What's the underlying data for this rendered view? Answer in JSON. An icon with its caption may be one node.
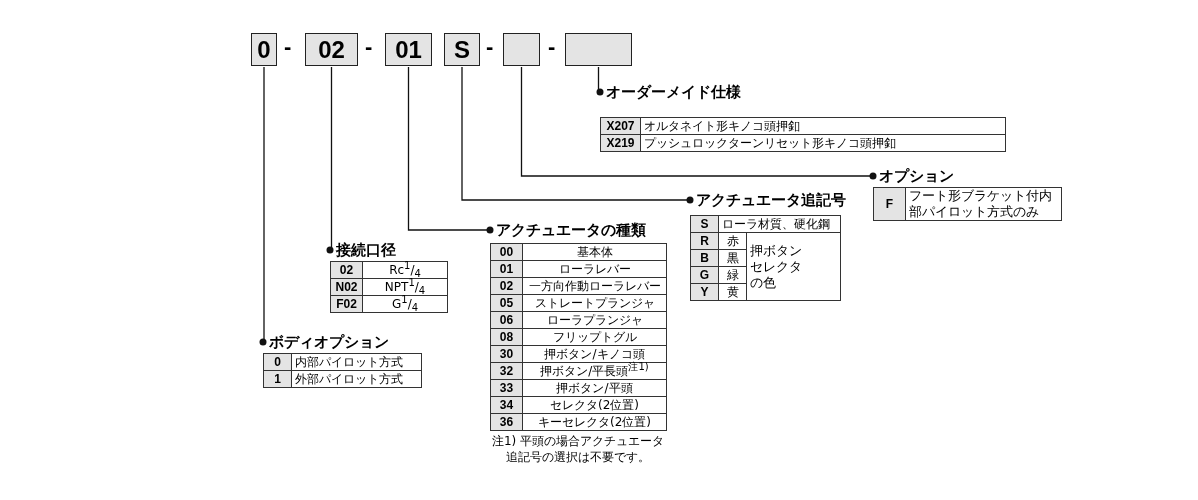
{
  "diagram": {
    "nodes": [
      {
        "text": [
          "0"
        ]
      },
      {
        "text": [
          "02"
        ]
      },
      {
        "text": [
          "01"
        ]
      },
      {
        "text": [
          "S"
        ]
      },
      {
        "text": [],
        "shape": "box"
      },
      {
        "text": [],
        "shape": "box"
      },
      {
        "text": [
          "オーダーメイド仕様"
        ]
      },
      {
        "text": [
          "オプション"
        ]
      },
      {
        "text": [
          "アクチュエータ追記号"
        ]
      },
      {
        "text": [
          "アクチュエータの種類"
        ],
        "beside": [
          "注1) 平頭の場合アクチュエータ追記号の選択は不要です。"
        ]
      },
      {
        "text": [
          "接続口径"
        ]
      },
      {
        "text": [
          "ボディオプション"
        ]
      }
    ],
    "edges": [
      {
        "from": 5,
        "to": 6,
        "arrow": "other"
      },
      {
        "from": 4,
        "to": 7,
        "arrow": "other"
      },
      {
        "from": 3,
        "to": 8,
        "arrow": "other"
      },
      {
        "from": 2,
        "to": 9,
        "arrow": "other"
      },
      {
        "from": 1,
        "to": 10,
        "arrow": "other"
      },
      {
        "from": 0,
        "to": 11,
        "arrow": "other"
      }
    ],
    "labels": [
      "-",
      "-",
      "-",
      "-",
      "X207",
      "オルタネイト形キノコ頭押釦",
      "X219",
      "プッシュロックターンリセット形キノコ頭押釦",
      "F",
      "フート形ブラケット付内部パイロット方式のみ",
      "S",
      "ローラ材質、硬化鋼",
      "R",
      "赤",
      "押ボタンセレクタの色",
      "B",
      "黒",
      "G",
      "緑",
      "Y",
      "黄",
      "00",
      "基本体",
      "01",
      "ローラレバー",
      "02",
      "一方向作動ローラレバー",
      "05",
      "ストレートプランジャ",
      "06",
      "ローラプランジャ",
      "08",
      "フリップトグル",
      "30",
      "押ボタン/キノコ頭",
      "32",
      "押ボタン/平長頭$^{注1)}$",
      "33",
      "押ボタン/平頭",
      "34",
      "セレクタ(2位置)",
      "36",
      "キーセレクタ(2位置)",
      "02",
      "Rc$^{1}$/$_{4}$",
      "N02",
      "NPT$^{1}$/$_{4}$",
      "F02",
      "G$^{1}$/$_{4}$",
      "0",
      "内部パイロット方式",
      "1",
      "外部パイロット方式"
    ]
  }
}
